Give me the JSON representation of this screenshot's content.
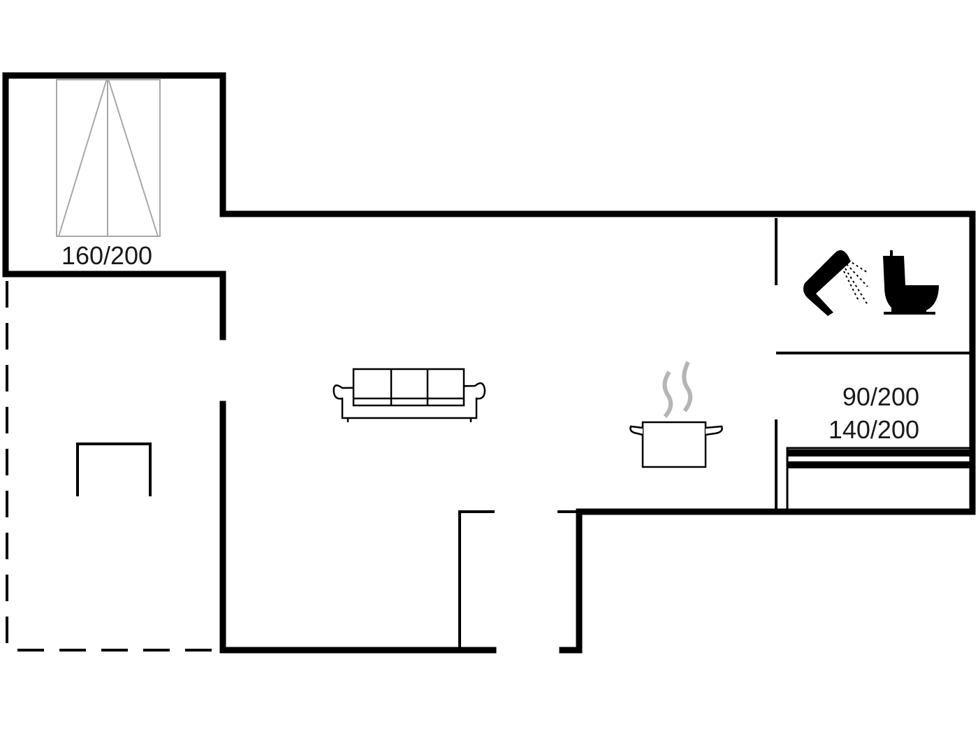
{
  "plan": {
    "labels": {
      "bed_room_1": "160/200",
      "bed_room_2_line1": "90/200",
      "bed_room_2_line2": "140/200"
    },
    "icons": [
      "sofa-icon",
      "cooking-pot-icon",
      "shower-icon",
      "toilet-icon",
      "double-bed-icon",
      "table-icon"
    ],
    "colors": {
      "wall": "#000000",
      "furniture_gray": "#9a9a9a"
    }
  }
}
